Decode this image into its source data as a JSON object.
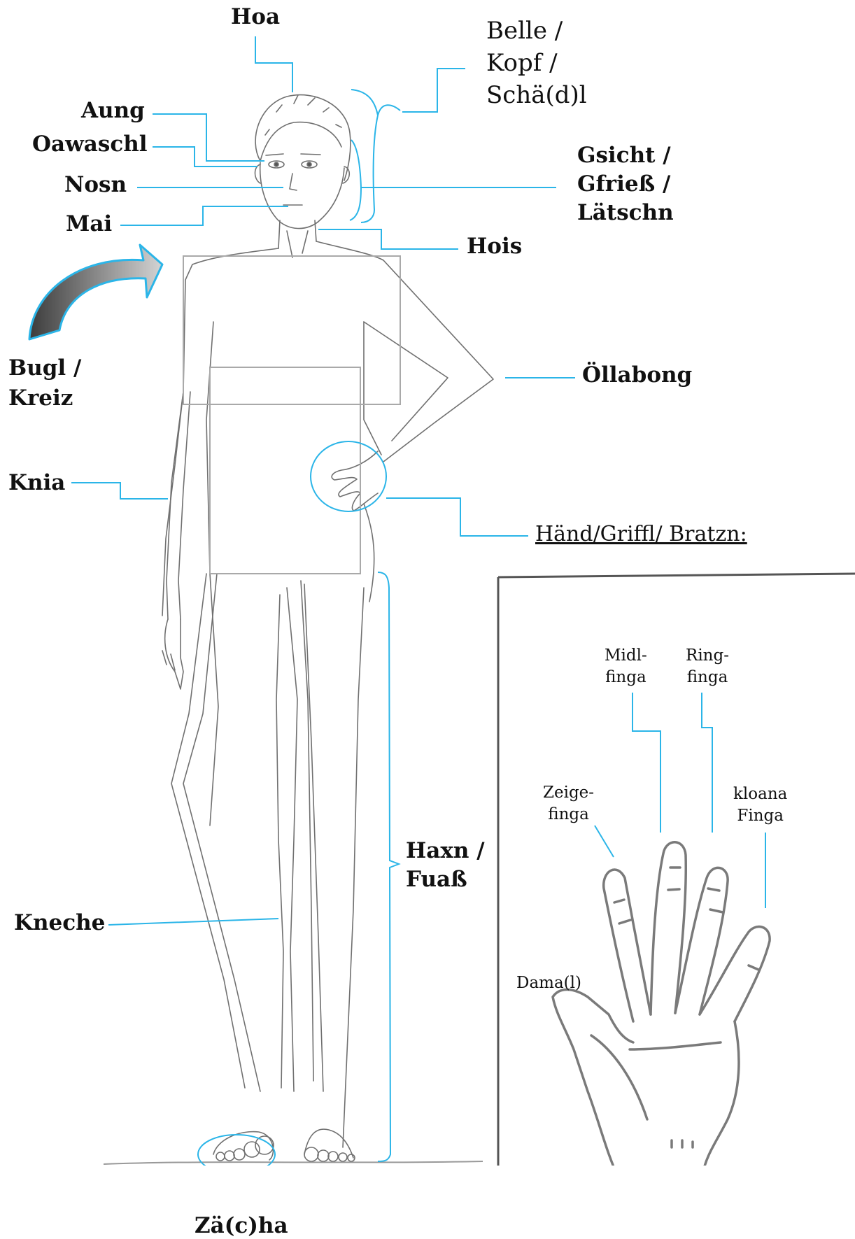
{
  "labels": {
    "hoa": "Hoa",
    "belle": [
      "Belle /",
      "Kopf /",
      "Schä(d)l"
    ],
    "aung": "Aung",
    "oawaschl": "Oawaschl",
    "nosn": "Nosn",
    "mai": "Mai",
    "gsicht": [
      "Gsicht /",
      "Gfrieß /",
      "Lätschn"
    ],
    "hois": "Hois",
    "bugl": [
      "Bugl /",
      "Kreiz"
    ],
    "oellabong": "Öllabong",
    "haend": "Händ/Griffl/ Bratzn:",
    "knia": "Knia",
    "haxn": [
      "Haxn /",
      "Fuaß"
    ],
    "kneche": "Kneche",
    "zaecha": "Zä(c)ha"
  },
  "hand": {
    "midl": [
      "Midl-",
      "finga"
    ],
    "ring": [
      "Ring-",
      "finga"
    ],
    "zeige": [
      "Zeige-",
      "finga"
    ],
    "kloana": [
      "kloana",
      "Finga"
    ],
    "dama": "Dama(l)"
  },
  "colors": {
    "leader": "#2bb5e8",
    "sketch": "#6e6e6e",
    "box": "#a9a9a9",
    "frame": "#555555",
    "arrow_dark": "#4a4a4a",
    "arrow_light": "#d0d0d0"
  }
}
